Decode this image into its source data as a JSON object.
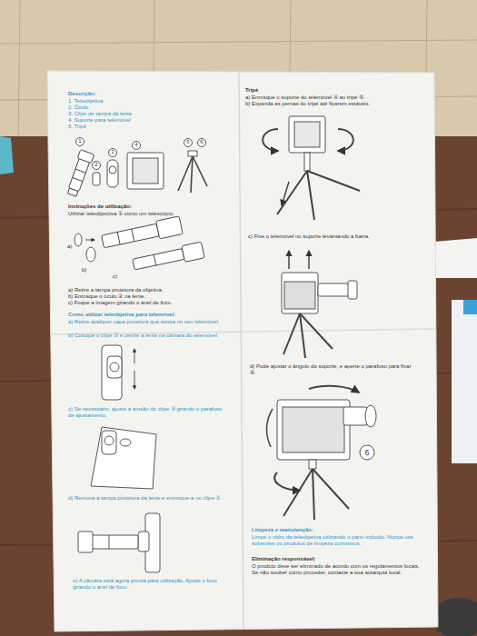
{
  "diagram": {
    "labels": [
      "Descrição:",
      "1. Teleobjetiva",
      "2. Óculo",
      "3. Clipe de tampa da lente",
      "4. Suporte para telemóvel",
      "5. Tripé",
      "1",
      "2",
      "3",
      "4",
      "5",
      "6",
      "Instruções de utilização:",
      "Utilizar teleobjectiva ① como um telescópio:",
      "a)",
      "b)",
      "c)",
      "a) Retire a tampa protetora da objetiva.",
      "b) Enrosque o óculo ② na lente.",
      "c) Foque a imagem girando o anel de foco.",
      "Como utilizar teleobjetiva para telemóvel:",
      "a) Retire qualquer capa protetora que esteja no seu telemóvel.",
      "b) Coloque o clipe ③ e centre a lente na câmara do telemóvel.",
      "c) Se necessário, ajuste a tensão do clipe ③ girando o parafuso de ajustamento.",
      "d) Remova a tampa protetora da lente e enrosque-a no clipe ③.",
      "e) A câmara está agora pronta para utilização. Ajuste o foco girando o anel de foco.",
      "Tripé",
      "a) Enrosque o suporte do telemóvel ④ ao tripé ⑤.",
      "b) Expanda as pernas do tripé até ficarem estáveis.",
      "c) Fixe o telemóvel no suporte levantando a barra.",
      "d) Pode ajustar o ângulo do suporte, e aperte o parafuso para fixar ⑥.",
      "6",
      "Limpeza e manutenção:",
      "Limpe o vidro da teleobjetiva utilizando o pano incluído. Nunca use solventes ou produtos de limpeza corrosivos.",
      "Eliminação responsável:",
      "O produto deve ser eliminado de acordo com os regulamentos locais. Se não souber como proceder, contacte a sua autarquia local."
    ]
  }
}
